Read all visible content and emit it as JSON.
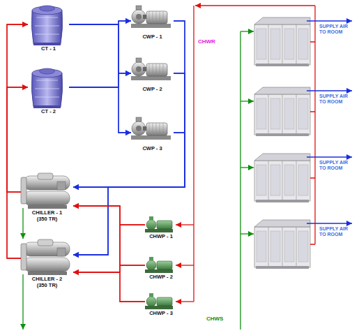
{
  "diagram": {
    "nodes": [
      {
        "text": [
          "CT - 1"
        ]
      },
      {
        "text": [
          "CT - 2"
        ]
      },
      {
        "text": [
          "CWP - 1"
        ]
      },
      {
        "text": [
          "CWP - 2"
        ]
      },
      {
        "text": [
          "CWP - 3"
        ]
      },
      {
        "text": [
          "CHILLER - 1 (350 TR)"
        ]
      },
      {
        "text": [
          "CHILLER - 2 (350 TR)"
        ]
      },
      {
        "text": [
          "CHWP - 1"
        ]
      },
      {
        "text": [
          "CHWP - 2"
        ]
      },
      {
        "text": [
          "CHWP - 3"
        ]
      }
    ],
    "edges": [
      {
        "from": 0,
        "to": 2,
        "arrow": "to"
      },
      {
        "from": 0,
        "to": 3,
        "arrow": "to"
      },
      {
        "from": 0,
        "to": 4,
        "arrow": "to"
      },
      {
        "from": 1,
        "to": 2,
        "arrow": "to"
      },
      {
        "from": 1,
        "to": 3,
        "arrow": "to"
      },
      {
        "from": 1,
        "to": 4,
        "arrow": "to"
      },
      {
        "from": 2,
        "to": 5,
        "arrow": "to"
      },
      {
        "from": 2,
        "to": 6,
        "arrow": "to"
      },
      {
        "from": 3,
        "to": 5,
        "arrow": "to"
      },
      {
        "from": 3,
        "to": 6,
        "arrow": "to"
      },
      {
        "from": 4,
        "to": 5,
        "arrow": "to"
      },
      {
        "from": 4,
        "to": 6,
        "arrow": "to"
      },
      {
        "from": 5,
        "to": 0,
        "arrow": "to"
      },
      {
        "from": 5,
        "to": 1,
        "arrow": "to"
      },
      {
        "from": 6,
        "to": 0,
        "arrow": "to"
      },
      {
        "from": 6,
        "to": 1,
        "arrow": "to"
      },
      {
        "from": 7,
        "to": 5,
        "arrow": "to"
      },
      {
        "from": 7,
        "to": 6,
        "arrow": "to"
      },
      {
        "from": 8,
        "to": 5,
        "arrow": "to"
      },
      {
        "from": 8,
        "to": 6,
        "arrow": "to"
      },
      {
        "from": 9,
        "to": 5,
        "arrow": "to"
      },
      {
        "from": 9,
        "to": 6,
        "arrow": "to"
      }
    ],
    "labels": [
      "CHWR",
      "SUPPLY AIR TO ROOM",
      "SUPPLY AIR TO ROOM",
      "SUPPLY AIR TO ROOM",
      "SUPPLY AIR TO ROOM",
      "CHWS"
    ]
  }
}
